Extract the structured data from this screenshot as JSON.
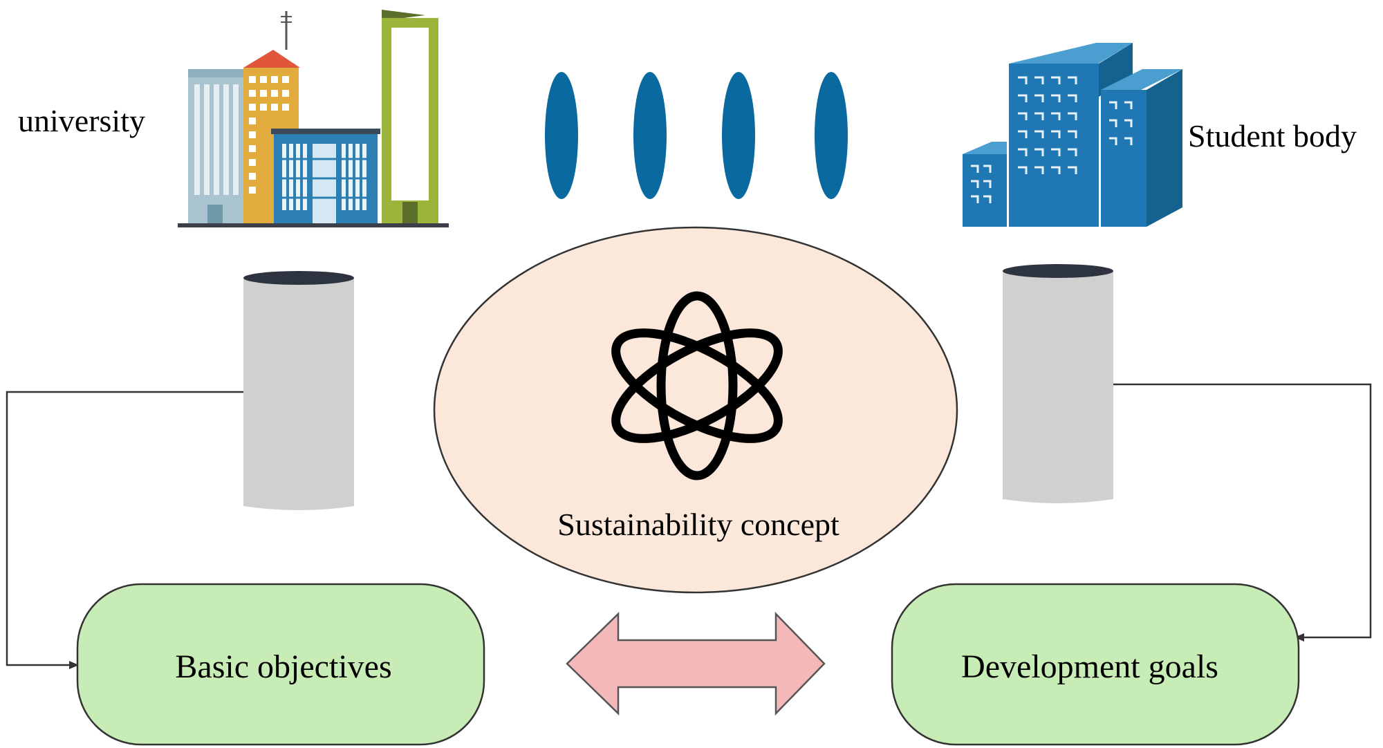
{
  "labels": {
    "university": "university",
    "student_body": "Student body",
    "center": "Sustainability concept",
    "left_node": "Basic objectives",
    "right_node": "Development goals"
  },
  "colors": {
    "oval_fill": "#fce8da",
    "node_fill": "#c8ecb5",
    "double_arrow_fill": "#f4b8b8",
    "cylinder_fill": "#d0d0d0",
    "cylinder_top": "#2e3340",
    "ellipse_blue": "#0a6a9f",
    "building_blue": "#1f78b4"
  },
  "icons": {
    "center_icon": "atom-icon",
    "left_icon": "city-buildings-icon",
    "right_icon": "office-buildings-icon"
  }
}
